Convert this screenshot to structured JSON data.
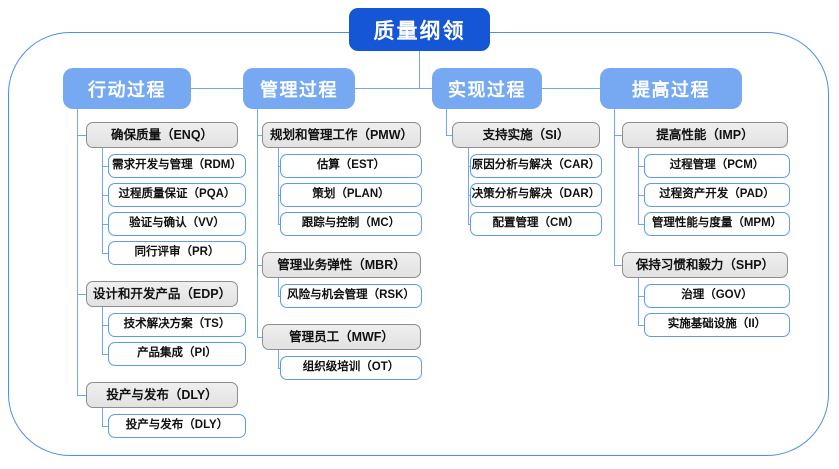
{
  "title": "质量纲领",
  "colors": {
    "root_bg": "#1456d6",
    "column_header_bg": "#77a9f2",
    "group_bg": "#e8e8e8",
    "group_border": "#8d8d8d",
    "leaf_border": "#5b9bf0",
    "connector": "#6fa8f0",
    "frame_border": "#4a90e8"
  },
  "columns": [
    {
      "header": "行动过程",
      "groups": [
        {
          "label": "确保质量（ENQ）",
          "items": [
            "需求开发与管理（RDM）",
            "过程质量保证（PQA）",
            "验证与确认（VV）",
            "同行评审（PR）"
          ]
        },
        {
          "label": "设计和开发产品（EDP）",
          "items": [
            "技术解决方案（TS）",
            "产品集成（PI）"
          ]
        },
        {
          "label": "投产与发布（DLY）",
          "items": [
            "投产与发布（DLY）"
          ]
        }
      ]
    },
    {
      "header": "管理过程",
      "groups": [
        {
          "label": "规划和管理工作（PMW）",
          "items": [
            "估算（EST）",
            "策划（PLAN）",
            "跟踪与控制（MC）"
          ]
        },
        {
          "label": "管理业务弹性（MBR）",
          "items": [
            "风险与机会管理（RSK）"
          ]
        },
        {
          "label": "管理员工（MWF）",
          "items": [
            "组织级培训（OT）"
          ]
        }
      ]
    },
    {
      "header": "实现过程",
      "groups": [
        {
          "label": "支持实施（SI）",
          "items": [
            "原因分析与解决（CAR）",
            "决策分析与解决（DAR）",
            "配置管理（CM）"
          ]
        }
      ]
    },
    {
      "header": "提高过程",
      "groups": [
        {
          "label": "提高性能（IMP）",
          "items": [
            "过程管理（PCM）",
            "过程资产开发（PAD）",
            "管理性能与度量（MPM）"
          ]
        },
        {
          "label": "保持习惯和毅力（SHP）",
          "items": [
            "治理（GOV）",
            "实施基础设施（II）"
          ]
        }
      ]
    }
  ]
}
